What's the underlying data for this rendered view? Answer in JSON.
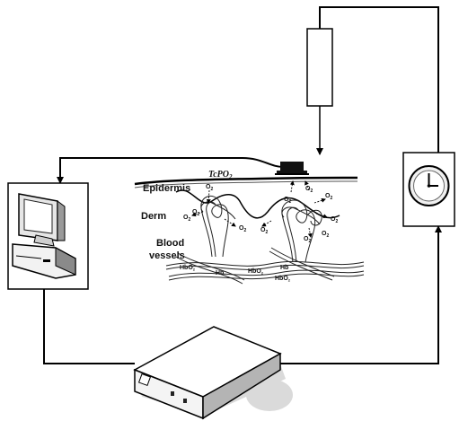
{
  "labels": {
    "sensor": "TcPO",
    "sensor_sub": "2",
    "epidermis": "Epidermis",
    "derm": "Derm",
    "blood": "Blood",
    "vessels": "vessels"
  },
  "molecules": {
    "o2": "O",
    "o2_sub": "2",
    "hbo2": "HbO",
    "hb": "Hb"
  },
  "colors": {
    "line": "#000000",
    "device_face": "#ffffff",
    "shadow": "#d9d9d9"
  },
  "icons": [
    "computer-icon",
    "clock-icon",
    "data-recorder-box-icon",
    "probe-icon"
  ]
}
